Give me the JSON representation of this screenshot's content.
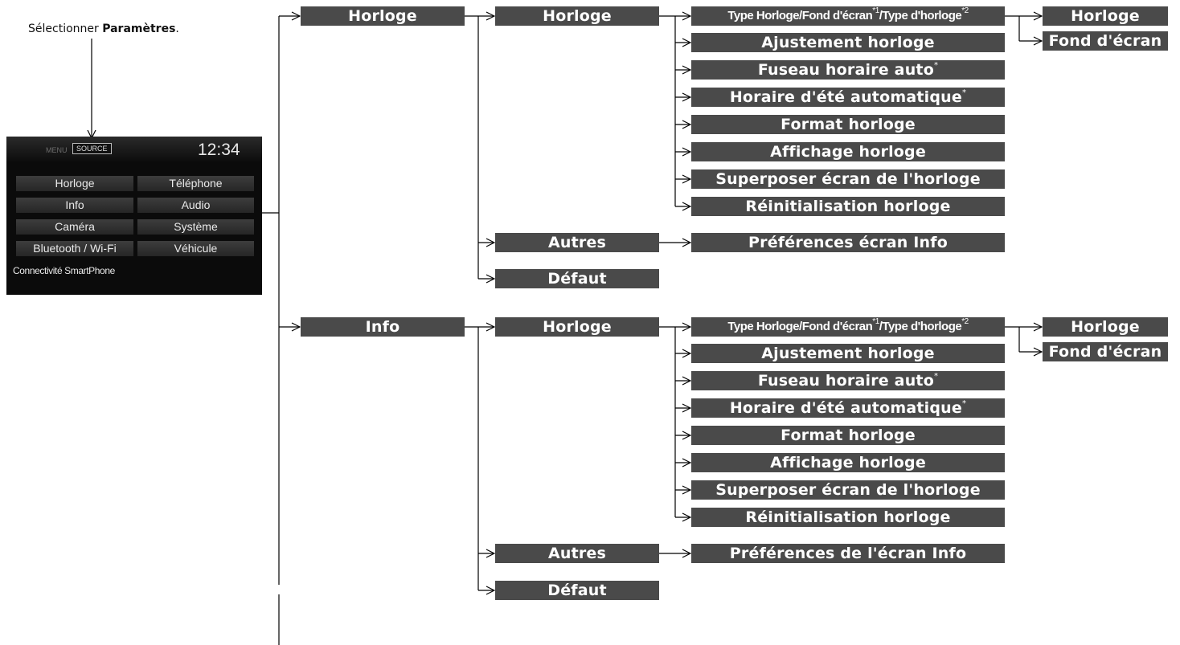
{
  "instruction": {
    "prefix": "Sélectionner ",
    "bold": "Paramètres",
    "suffix": "."
  },
  "screen": {
    "menu_label": "MENU",
    "source_label": "SOURCE",
    "time": "12:34",
    "buttons": [
      "Horloge",
      "Téléphone",
      "Info",
      "Audio",
      "Caméra",
      "Système",
      "Bluetooth / Wi-Fi",
      "Véhicule"
    ],
    "connectivity": "Connectivité SmartPhone"
  },
  "sections": [
    {
      "label": "Horloge",
      "sub_horloge": "Horloge",
      "clock_items": {
        "type_a": "Type Horloge/Fond d'écran",
        "type_sup1": "*1",
        "type_b": "/Type d'horloge",
        "type_sup2": "*2",
        "ajustement": "Ajustement horloge",
        "fuseau": "Fuseau horaire auto",
        "fuseau_sup": "*",
        "horaire": "Horaire d'été automatique",
        "horaire_sup": "*",
        "format": "Format horloge",
        "affichage": "Affichage horloge",
        "superposer": "Superposer écran de l'horloge",
        "reinit": "Réinitialisation horloge"
      },
      "type_options": [
        "Horloge",
        "Fond d'écran"
      ],
      "autres": "Autres",
      "autres_item": "Préférences écran Info",
      "defaut": "Défaut"
    },
    {
      "label": "Info",
      "sub_horloge": "Horloge",
      "clock_items": {
        "type_a": "Type Horloge/Fond d'écran",
        "type_sup1": "*1",
        "type_b": "/Type d'horloge",
        "type_sup2": "*2",
        "ajustement": "Ajustement horloge",
        "fuseau": "Fuseau horaire auto",
        "fuseau_sup": "*",
        "horaire": "Horaire d'été automatique",
        "horaire_sup": "*",
        "format": "Format horloge",
        "affichage": "Affichage horloge",
        "superposer": "Superposer écran de l'horloge",
        "reinit": "Réinitialisation horloge"
      },
      "type_options": [
        "Horloge",
        "Fond d'écran"
      ],
      "autres": "Autres",
      "autres_item": "Préférences de l'écran Info",
      "defaut": "Défaut"
    }
  ]
}
